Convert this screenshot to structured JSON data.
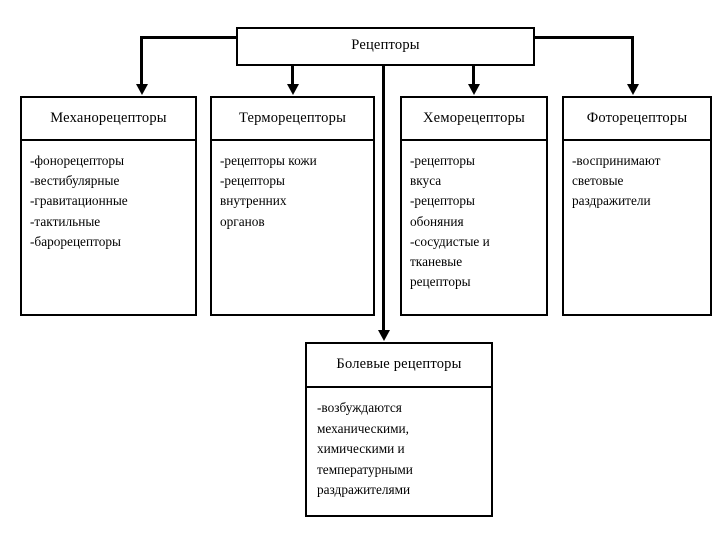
{
  "diagram": {
    "title": "Рецепторы",
    "root": {
      "label": "Рецепторы"
    },
    "categories": [
      {
        "id": "mechanoreceptors",
        "header": "Механорецепторы",
        "lines": [
          "-фонорецепторы",
          "-вестибулярные",
          "-гравитационные",
          "-тактильные",
          "-барорецепторы"
        ]
      },
      {
        "id": "thermoreceptors",
        "header": "Терморецепторы",
        "lines": [
          "-рецепторы кожи",
          "-рецепторы",
          "внутренних",
          "органов"
        ]
      },
      {
        "id": "chemoreceptors",
        "header": "Хеморецепторы",
        "lines": [
          "-рецепторы",
          "вкуса",
          "-рецепторы",
          "обоняния",
          "-сосудистые и",
          "тканевые",
          "рецепторы"
        ]
      },
      {
        "id": "photoreceptors",
        "header": "Фоторецепторы",
        "lines": [
          "-воспринимают",
          "световые",
          "раздражители"
        ]
      }
    ],
    "pain": {
      "header": "Болевые рецепторы",
      "lines": [
        "-возбуждаются",
        "механическими,",
        "химическими и",
        "температурными",
        "раздражителями"
      ]
    },
    "colors": {
      "line": "#000000",
      "background": "#ffffff",
      "text": "#000000"
    }
  }
}
